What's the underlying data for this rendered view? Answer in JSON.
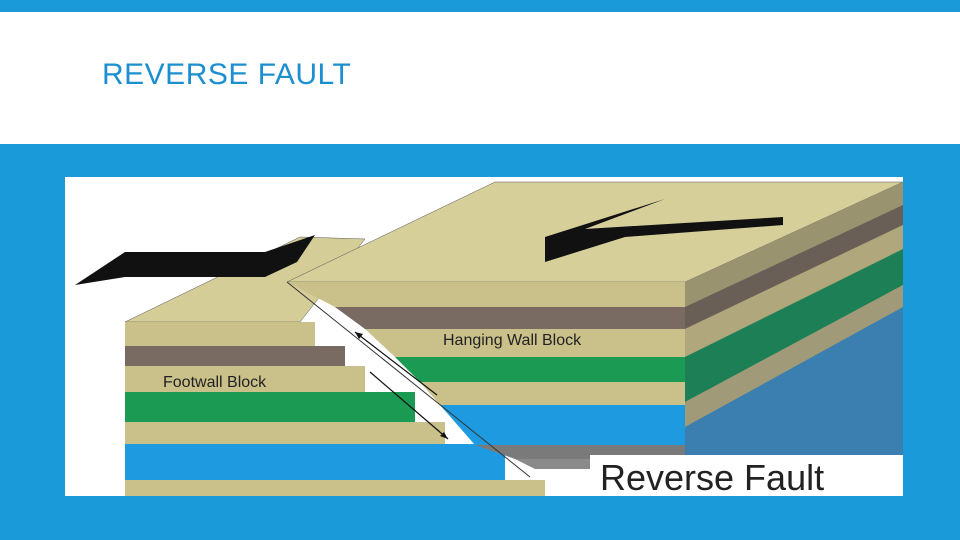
{
  "slide": {
    "title": "REVERSE FAULT",
    "accent_color": "#1a9ad9",
    "title_color": "#1b8fd0"
  },
  "diagram": {
    "caption": "Reverse Fault",
    "hanging_wall_label": "Hanging Wall Block",
    "footwall_label": "Footwall Block",
    "arrows": [
      "compression-arrow-left",
      "compression-arrow-right"
    ],
    "layer_colors": {
      "tan": "#c9c08a",
      "gray": "#7a6b62",
      "green": "#1a9a52",
      "blue": "#1e9be0",
      "top": "#d6cf9a"
    }
  }
}
